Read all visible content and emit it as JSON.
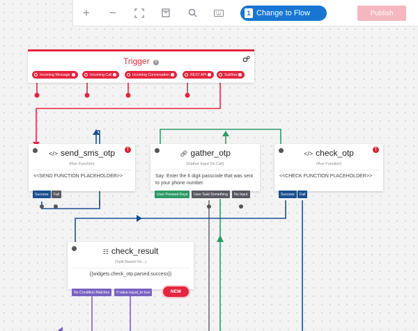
{
  "toolbar": {
    "zoom_in": "+",
    "zoom_out": "−",
    "change_flow_badge": "1",
    "change_flow_label": "Change to Flow",
    "publish_label": "Publish"
  },
  "trigger": {
    "title": "Trigger",
    "help": "?",
    "pills": [
      {
        "label": "Incoming Message"
      },
      {
        "label": "Incoming Call"
      },
      {
        "label": "Incoming Conversation"
      },
      {
        "label": "REST API"
      },
      {
        "label": "Subflow"
      }
    ],
    "help_mark": "?"
  },
  "widgets": {
    "send_sms_otp": {
      "name": "send_sms_otp",
      "type": "(Run Function)",
      "body": "<<SEND FUNCTION PLACEHOLDER>>",
      "error": "!",
      "outputs": [
        "Success",
        "Fail"
      ]
    },
    "gather_otp": {
      "name": "gather_otp",
      "type": "(Gather Input On Call)",
      "body": "Say: Enter the 6 digit passcode that was sent to your phone number.",
      "outputs": [
        "User Pressed Keys",
        "User Said Something",
        "No Input"
      ]
    },
    "check_otp": {
      "name": "check_otp",
      "type": "(Run Function)",
      "body": "<<CHECK FUNCTION PLACEHOLDER>>",
      "error": "!",
      "outputs": [
        "Success",
        "Fail"
      ]
    },
    "check_result": {
      "name": "check_result",
      "type": "(Split Based On...)",
      "body": "{{widgets.check_otp.parsed.success}}",
      "outputs": [
        "No Condition Matches",
        "If value equal_to true"
      ]
    }
  },
  "new_badge": "NEW",
  "colors": {
    "trigger_red": "#e4253f",
    "run_function_blue": "#1a4f8f",
    "gather_green": "#2e9a66",
    "gray_output": "#585860",
    "split_purple": "#7a62c2",
    "flow_blue": "#1876d1"
  }
}
